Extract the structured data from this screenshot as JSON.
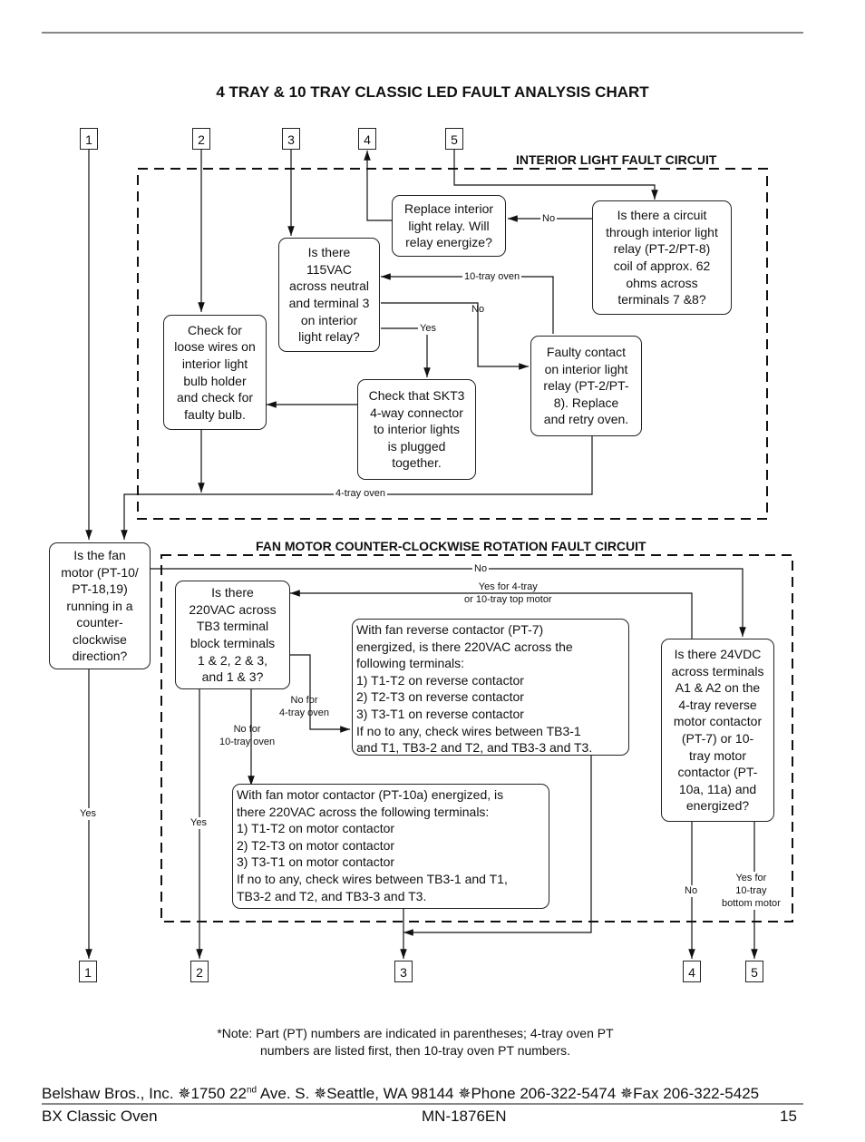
{
  "title": "4 TRAY & 10 TRAY CLASSIC LED FAULT ANALYSIS CHART",
  "sections": {
    "interior": "INTERIOR LIGHT FAULT CIRCUIT",
    "fan": "FAN MOTOR COUNTER-CLOCKWISE ROTATION FAULT CIRCUIT"
  },
  "numbers_top": [
    "1",
    "2",
    "3",
    "4",
    "5"
  ],
  "numbers_bottom": [
    "1",
    "2",
    "3",
    "4",
    "5"
  ],
  "boxes": {
    "replace_relay": [
      "Replace interior",
      "light relay.  Will",
      "relay energize?"
    ],
    "circuit_relay": [
      "Is there a circuit",
      "through interior light",
      "relay (PT-2/PT-8)",
      "coil of approx. 62",
      "ohms across",
      "terminals 7 &8?"
    ],
    "is_115vac": [
      "Is there",
      "115VAC",
      "across neutral",
      "and terminal 3",
      "on interior",
      "light relay?"
    ],
    "loose_wires": [
      "Check for",
      "loose wires on",
      "interior light",
      "bulb holder",
      "and check for",
      "faulty bulb."
    ],
    "check_skt3": [
      "Check that SKT3",
      "4-way connector",
      "to interior lights",
      "is plugged",
      "together."
    ],
    "faulty_contact": [
      "Faulty contact",
      "on interior light",
      "relay (PT-2/PT-",
      "8).  Replace",
      "and retry oven."
    ],
    "fan_running": [
      "Is the fan",
      "motor (PT-10/",
      "PT-18,19)",
      "running in a",
      "counter-",
      "clockwise",
      "direction?"
    ],
    "is_220vac_tb3": [
      "Is there",
      "220VAC across",
      "TB3 terminal",
      "block terminals",
      "1 & 2, 2 & 3,",
      "and 1 & 3?"
    ],
    "reverse_contactor": [
      "With fan reverse contactor (PT-7)",
      "energized, is there 220VAC across the",
      "following terminals:",
      "1) T1-T2 on reverse contactor",
      "2) T2-T3 on reverse contactor",
      "3) T3-T1 on reverse contactor",
      "If no to any, check wires between TB3-1",
      "and T1, TB3-2 and T2, and TB3-3 and T3."
    ],
    "motor_contactor": [
      "With fan motor contactor (PT-10a) energized, is",
      "there 220VAC across the following terminals:",
      "1) T1-T2 on motor contactor",
      "2) T2-T3 on motor contactor",
      "3) T3-T1 on motor contactor",
      "If no to any, check wires between TB3-1 and T1,",
      "TB3-2 and T2, and TB3-3 and T3."
    ],
    "is_24vdc": [
      "Is there 24VDC",
      "across terminals",
      "A1 & A2 on the",
      "4-tray reverse",
      "motor contactor",
      "(PT-7) or 10-",
      "tray motor",
      "contactor (PT-",
      "10a, 11a) and",
      "energized?"
    ]
  },
  "labels": {
    "no_relay": "No",
    "ten_tray_oven": "10-tray oven",
    "no_115": "No",
    "yes_115": "Yes",
    "four_tray_oven": "4-tray oven",
    "no_fan": "No",
    "yes_4tray_a": "Yes for 4-tray",
    "yes_4tray_b": "or 10-tray top motor",
    "no_for_4tray_a": "No for",
    "no_for_4tray_b": "4-tray oven",
    "no_for_10tray_a": "No for",
    "no_for_10tray_b": "10-tray oven",
    "yes_fan": "Yes",
    "yes_tb3": "Yes",
    "no_24": "No",
    "yes_10tray_a": "Yes for",
    "yes_10tray_b": "10-tray",
    "yes_10tray_c": "bottom motor"
  },
  "note": [
    "*Note: Part (PT) numbers are indicated in parentheses; 4-tray oven PT",
    "numbers are listed first, then 10-tray oven PT numbers."
  ],
  "footer": {
    "address_pre": "Belshaw Bros., Inc. ✵1750 22",
    "address_sup": "nd",
    "address_post": " Ave. S. ✵Seattle, WA 98144 ✵Phone 206-322-5474 ✵Fax 206-322-5425",
    "product": "BX Classic Oven",
    "doc": "MN-1876EN",
    "page": "15"
  }
}
